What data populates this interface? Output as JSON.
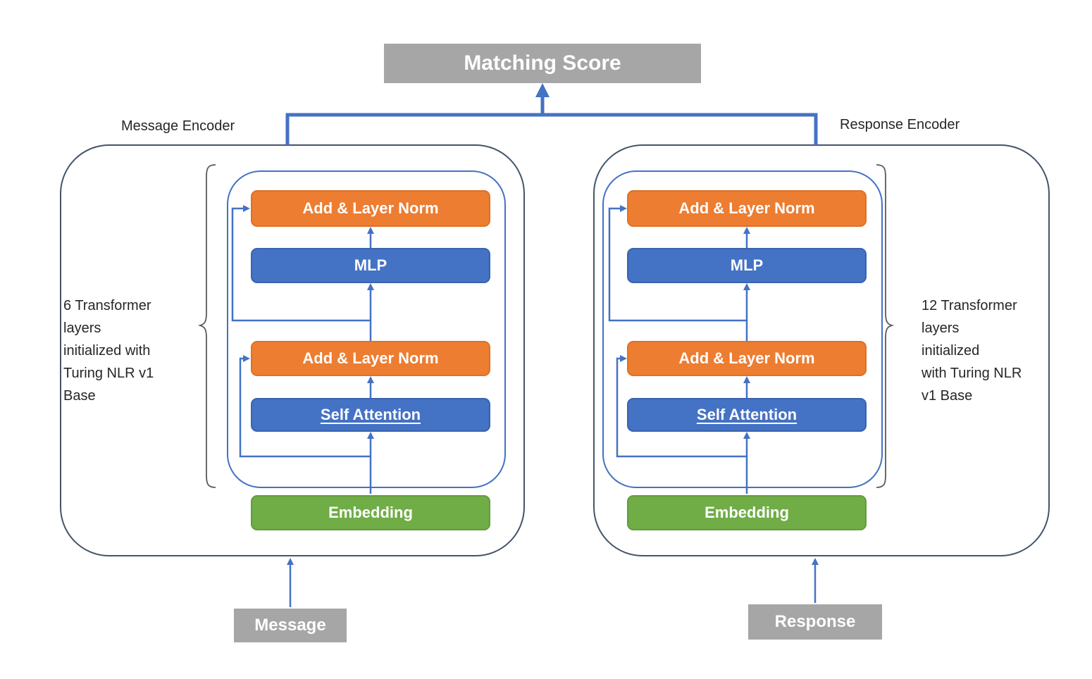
{
  "title": "Matching Score",
  "colors": {
    "orange_block": "#ED7D31",
    "blue_block": "#4472C4",
    "green_block": "#70AD47",
    "gray_block": "#A6A6A6",
    "arrow": "#4472C4",
    "outer_outline": "#44546A",
    "inner_outline": "#4472C4",
    "text_dark": "#262626"
  },
  "encoders": [
    {
      "label": "Message Encoder",
      "note": "6 Transformer\nlayers\ninitialized with\nTuring NLR v1\nBase",
      "input": "Message",
      "blocks": {
        "add_norm_top": "Add & Layer Norm",
        "mlp": "MLP",
        "add_norm_bottom": "Add & Layer Norm",
        "self_attention": "Self Attention",
        "embedding": "Embedding"
      }
    },
    {
      "label": "Response Encoder",
      "note": "12 Transformer\nlayers\ninitialized\nwith Turing NLR\nv1 Base",
      "input": "Response",
      "blocks": {
        "add_norm_top": "Add & Layer Norm",
        "mlp": "MLP",
        "add_norm_bottom": "Add & Layer Norm",
        "self_attention": "Self Attention",
        "embedding": "Embedding"
      }
    }
  ]
}
